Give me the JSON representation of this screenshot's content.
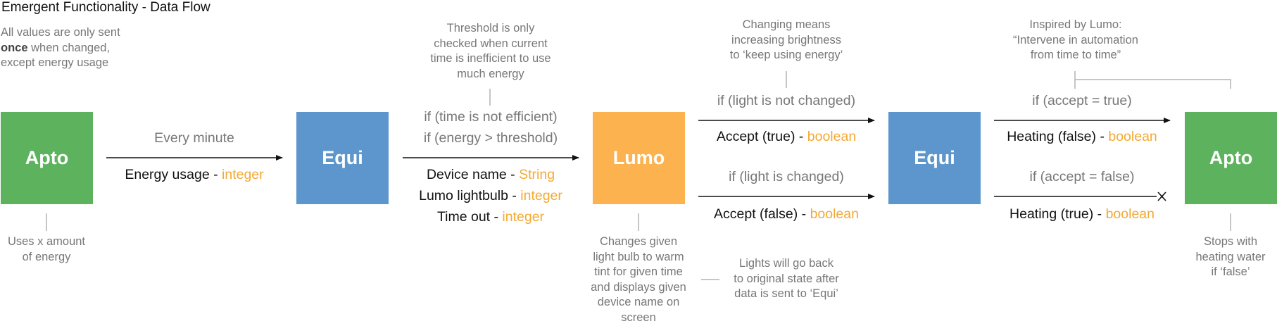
{
  "title": "Emergent Functionality - Data Flow",
  "intro_note": {
    "line1": "All values are only sent",
    "emphasis": "once",
    "line2_rest": " when changed,",
    "line3": "except energy usage"
  },
  "nodes": {
    "apto_source": "Apto",
    "equi_first": "Equi",
    "lumo": "Lumo",
    "equi_second": "Equi",
    "apto_target": "Apto"
  },
  "colors": {
    "apto": "#5cb25d",
    "equi": "#5c96cc",
    "lumo": "#fbb24f",
    "type_highlight": "#f4a934"
  },
  "edges": {
    "apto_to_equi": {
      "condition": "Every minute",
      "fields": [
        {
          "name": "Energy usage - ",
          "type": "integer"
        }
      ]
    },
    "equi_to_lumo": {
      "conditions": [
        "if (time is not efficient)",
        "if (energy > threshold)"
      ],
      "fields": [
        {
          "name": "Device name - ",
          "type": "String"
        },
        {
          "name": "Lumo lightbulb - ",
          "type": "integer"
        },
        {
          "name": "Time out - ",
          "type": "integer"
        }
      ]
    },
    "lumo_to_equi_not_changed": {
      "condition": "if (light is not changed)",
      "field": {
        "name": "Accept (true) - ",
        "type": "boolean"
      }
    },
    "lumo_to_equi_changed": {
      "condition": "if (light is changed)",
      "field": {
        "name": "Accept (false) - ",
        "type": "boolean"
      }
    },
    "equi_to_apto_accept_true": {
      "condition": "if (accept = true)",
      "field": {
        "name": "Heating (false) - ",
        "type": "boolean"
      }
    },
    "equi_to_apto_accept_false": {
      "condition": "if (accept = false)",
      "field": {
        "name": "Heating (true) - ",
        "type": "boolean"
      }
    }
  },
  "notes": {
    "threshold": [
      "Threshold is only",
      "checked when current",
      "time is inefficient to use",
      "much energy"
    ],
    "changing": [
      "Changing means",
      "increasing brightness",
      "to ‘keep using energy’"
    ],
    "inspired": [
      "Inspired by Lumo:",
      "“Intervene in automation",
      "from time to time”"
    ],
    "apto_source": [
      "Uses x amount",
      "of energy"
    ],
    "lumo": [
      "Changes given",
      "light bulb to warm",
      "tint for given time",
      "and displays given",
      "device name on",
      "screen"
    ],
    "lights_back": [
      "Lights will go back",
      "to original state after",
      "data is sent to ‘Equi’"
    ],
    "apto_target": [
      "Stops with",
      "heating water",
      "if ‘false’"
    ]
  }
}
